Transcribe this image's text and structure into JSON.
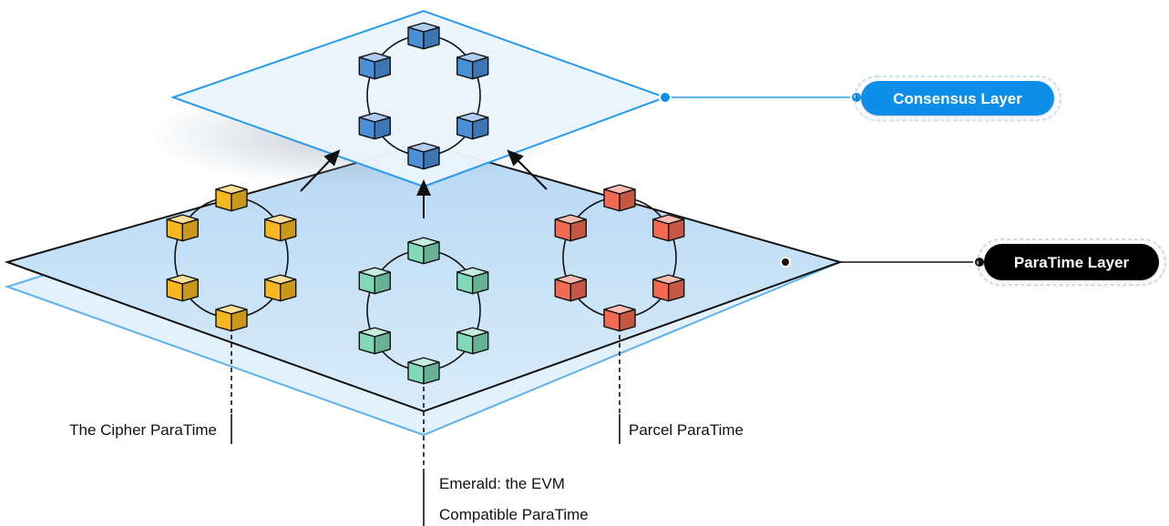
{
  "badges": {
    "consensus": "Consensus Layer",
    "paratime": "ParaTime Layer"
  },
  "captions": {
    "cipher": "The Cipher ParaTime",
    "parcel": "Parcel ParaTime",
    "emerald_line1": "Emerald: the EVM",
    "emerald_line2": "Compatible ParaTime"
  },
  "colors": {
    "consensus_accent": "#0d8ee8",
    "paratime_badge": "#000000",
    "cube_blue": "#4a90d9",
    "cube_yellow": "#f5b820",
    "cube_green": "#7fd8b8",
    "cube_red": "#f26a52"
  }
}
